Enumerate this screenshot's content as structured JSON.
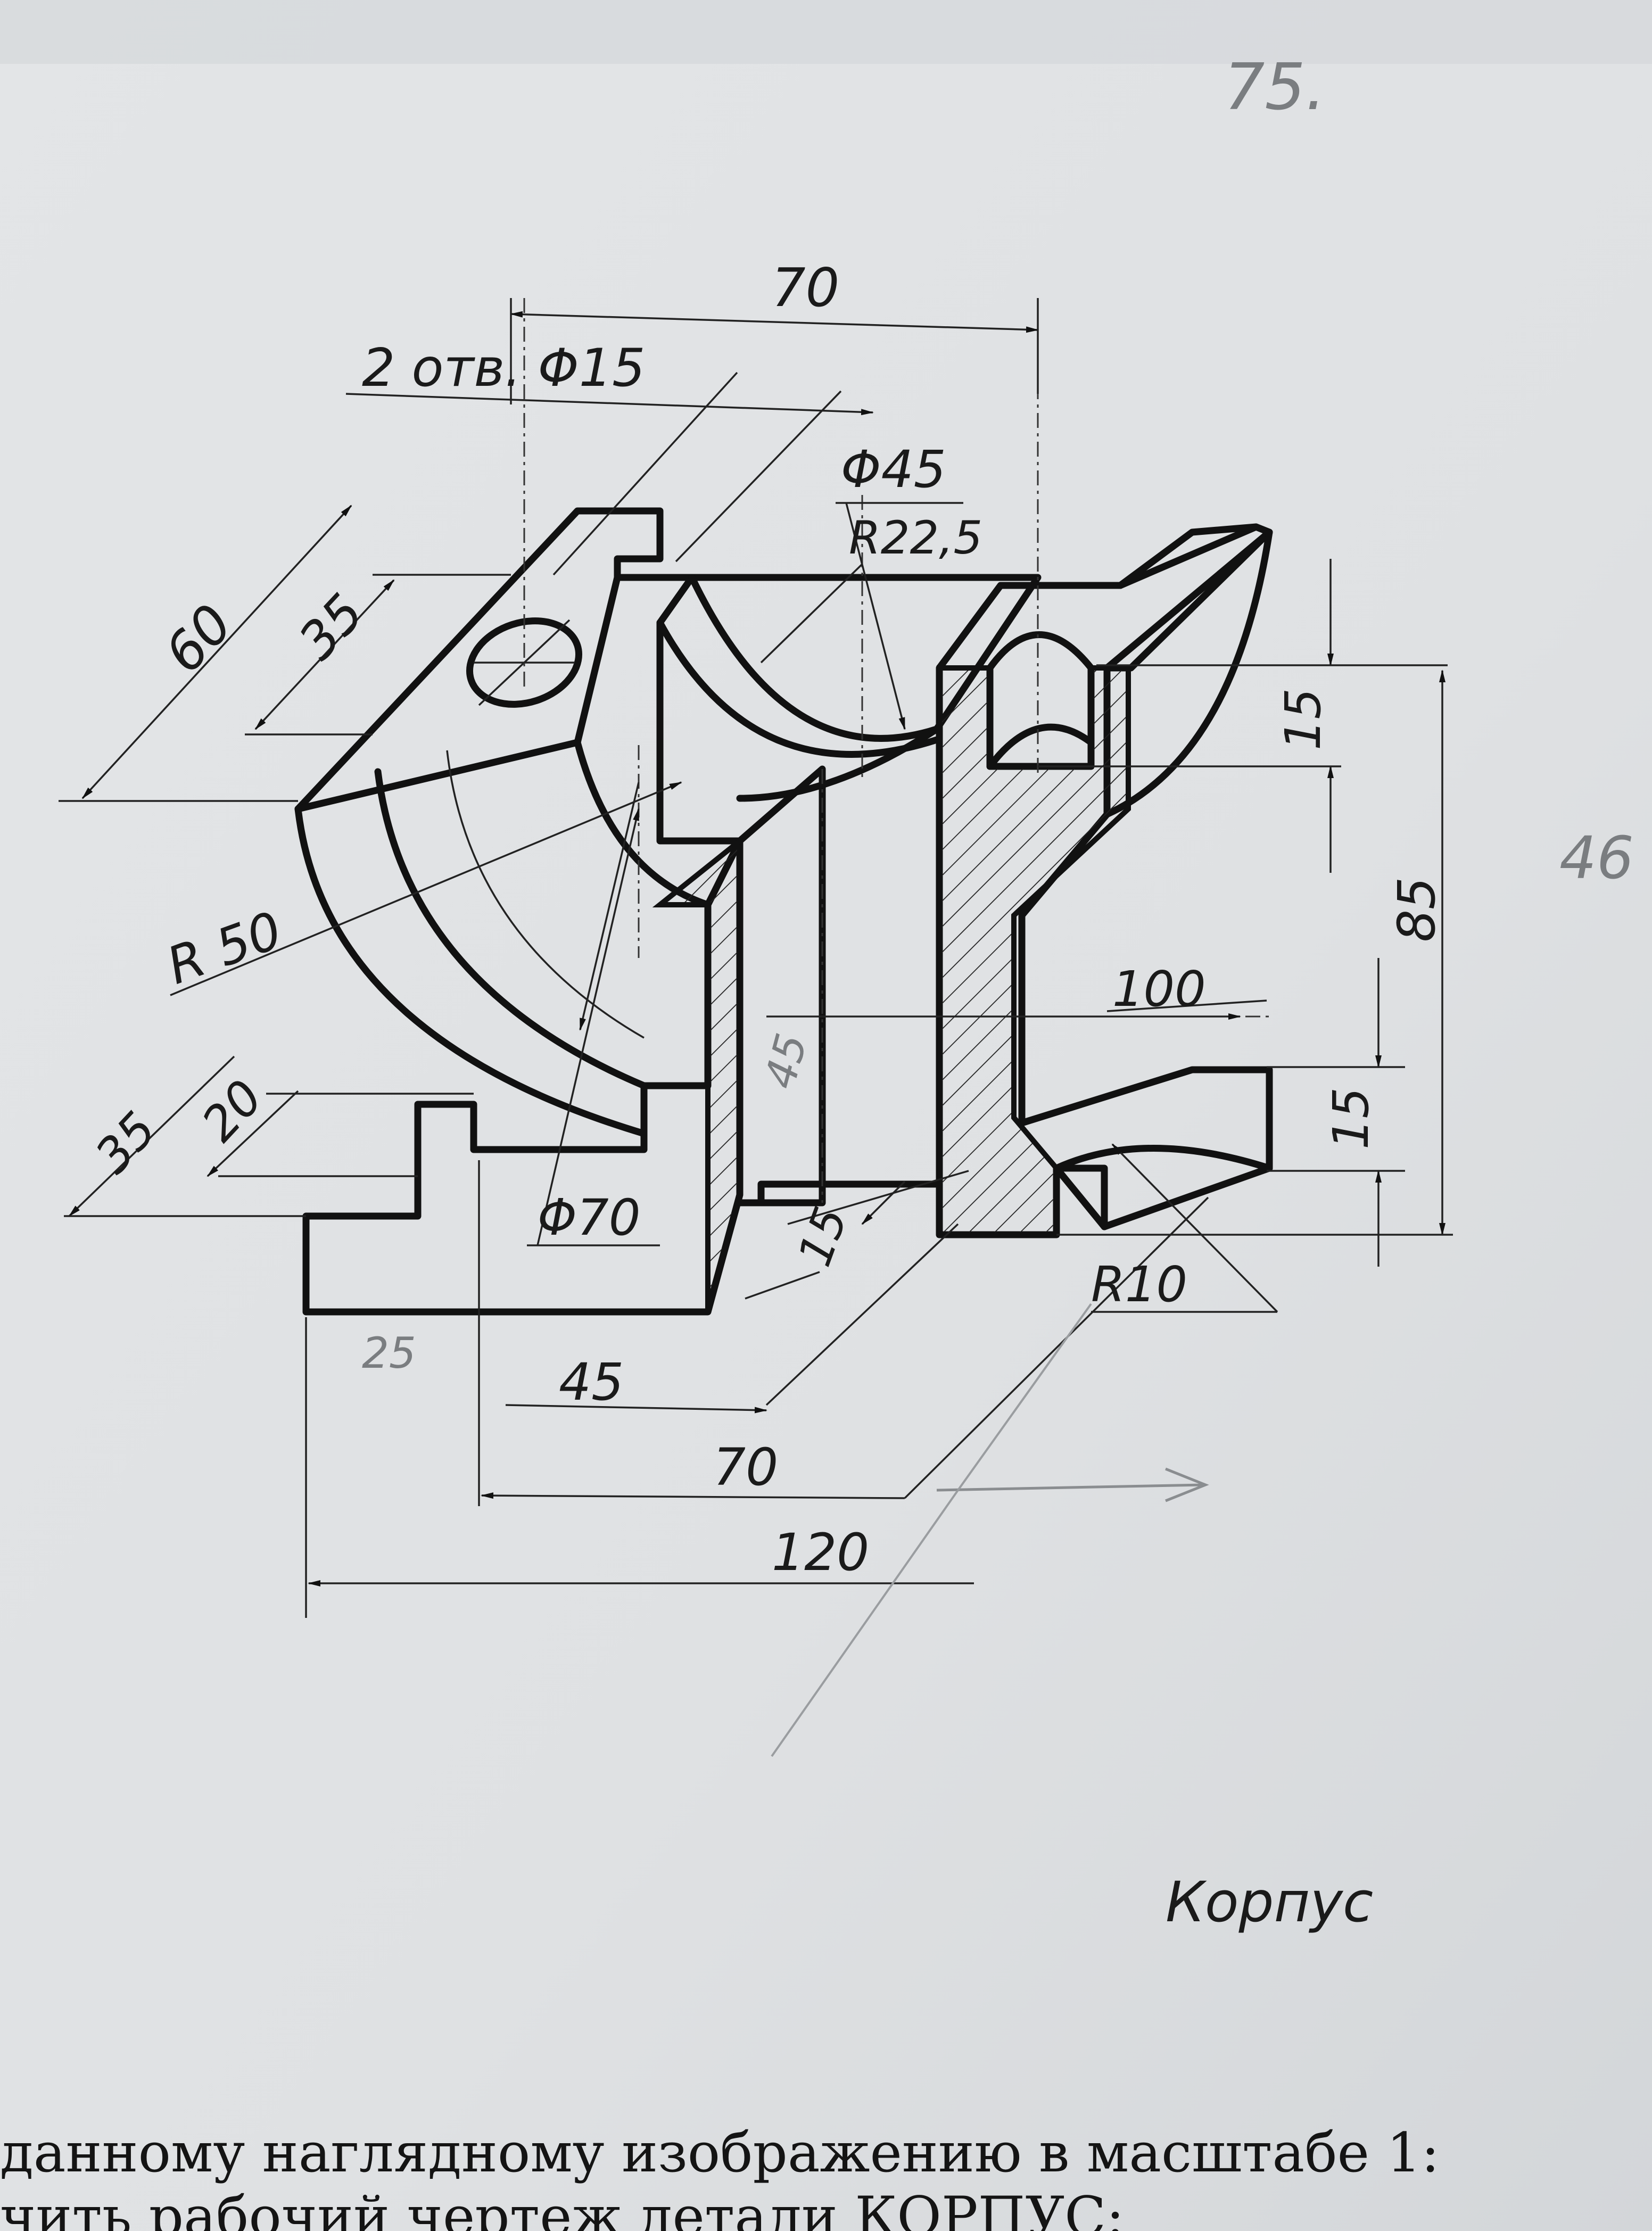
{
  "page_number": "75.",
  "margin_note": "46",
  "dimensions": {
    "top_70": "70",
    "holes": "2 отв. Φ15",
    "d45": "Φ45",
    "r22_5": "R22,5",
    "d60": "60",
    "d35_top": "35",
    "d15_right_top": "15",
    "d85": "85",
    "r50": "R 50",
    "d100": "100",
    "d15_right_bottom": "15",
    "d45_slant": "45",
    "d35_left": "35",
    "d20": "20",
    "d70_dia": "Φ70",
    "d15_bottom": "15",
    "r10": "R10",
    "d45_bottom": "45",
    "d70_bottom": "70",
    "d120": "120",
    "d25_pencil": "25"
  },
  "part_name": "Корпус",
  "bottom_text": {
    "line1": "данному наглядному изображению в масштабе 1:",
    "line2": "чить рабочий чертеж детали КОРПУС:"
  },
  "colors": {
    "paper": "#e6e8ea",
    "ink": "#111111",
    "pencil": "#7a7d80"
  }
}
